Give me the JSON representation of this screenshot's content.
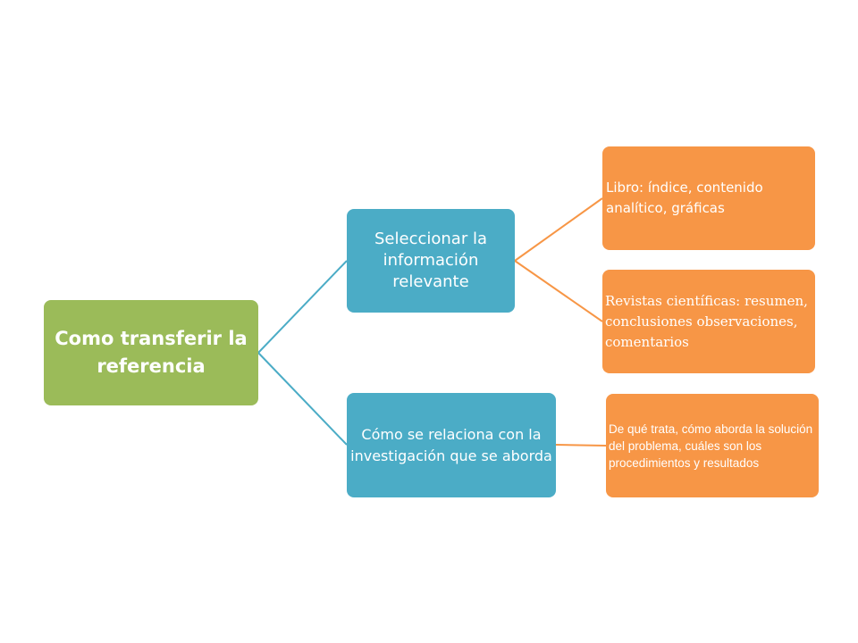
{
  "diagram": {
    "root": {
      "label": "Como transferir la referencia"
    },
    "branches": [
      {
        "label": "Seleccionar la información relevante",
        "children": [
          "Libro: índice, contenido analítico, gráficas",
          "Revistas científicas: resumen, conclusiones observaciones, comentarios"
        ]
      },
      {
        "label": "Cómo se relaciona con la investigación que se aborda",
        "children": [
          "De qué trata,  cómo aborda la solución del problema, cuáles son los procedimientos y resultados"
        ]
      }
    ],
    "colors": {
      "root": "#9bbb59",
      "branch": "#4bacc6",
      "leaf": "#f79646",
      "root_connector": "#4bacc6",
      "leaf_connector": "#f79646"
    }
  }
}
